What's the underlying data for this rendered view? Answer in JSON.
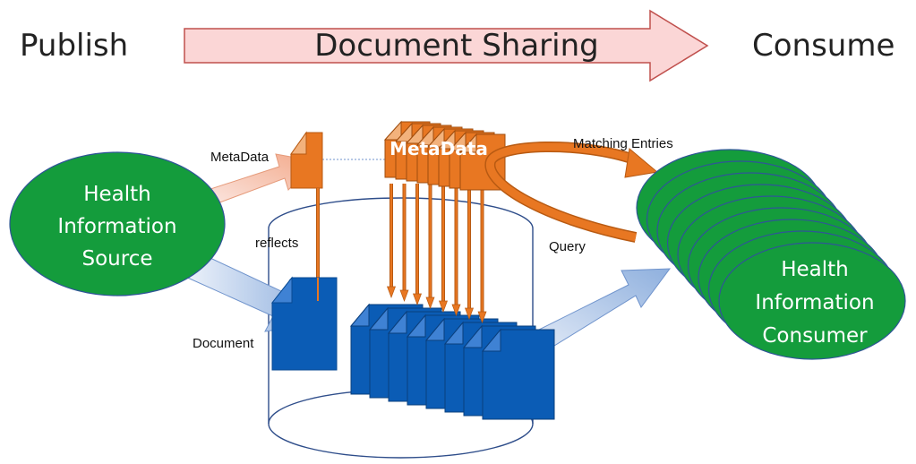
{
  "banner": {
    "publish": "Publish",
    "center": "Document Sharing",
    "consume": "Consume"
  },
  "source": {
    "line1": "Health",
    "line2": "Information",
    "line3": "Source"
  },
  "consumer": {
    "line1": "Health",
    "line2": "Information",
    "line3": "Consumer"
  },
  "labels": {
    "metadata_small": "MetaData",
    "metadata_stack": "MetaData",
    "reflects": "reflects",
    "document": "Document",
    "matching_entries": "Matching Entries",
    "query": "Query"
  },
  "colors": {
    "green": "#149c3c",
    "orange": "#e87722",
    "blue": "#0b5cb5",
    "banner_fill": "#fbd6d6"
  }
}
